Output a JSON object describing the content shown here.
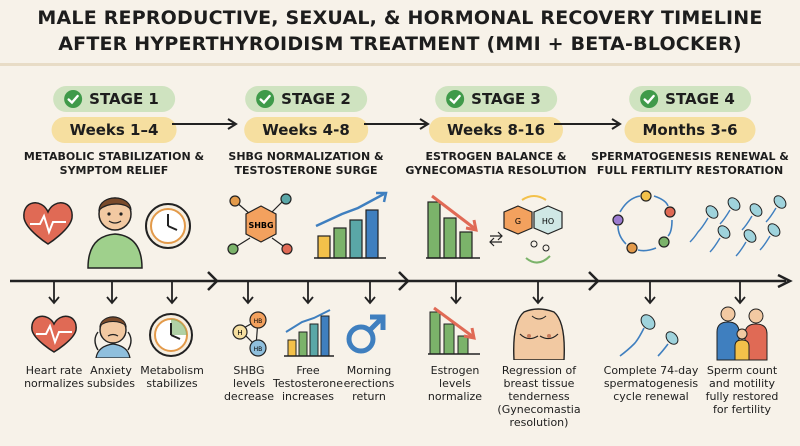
{
  "title": {
    "line1": "MALE REPRODUCTIVE, SEXUAL, & HORMONAL RECOVERY TIMELINE",
    "line2": "AFTER HYPERTHYROIDISM TREATMENT (MMI + BETA-BLOCKER)"
  },
  "stages": [
    {
      "label": "STAGE 1",
      "period": "Weeks 1–4",
      "desc": "Metabolic Stabilization & Symptom Relief"
    },
    {
      "label": "STAGE 2",
      "period": "Weeks 4-8",
      "desc": "SHBG Normalization & Testosterone Surge"
    },
    {
      "label": "STAGE 3",
      "period": "Weeks 8-16",
      "desc": "Estrogen Balance & Gynecomastia Resolution"
    },
    {
      "label": "STAGE 4",
      "period": "Months 3-6",
      "desc": "Spermatogenesis Renewal & Full Fertility Restoration"
    }
  ],
  "icon_labels": {
    "shbg": "SHBG",
    "g": "G",
    "ho": "HO",
    "hb": "HB",
    "h": "H"
  },
  "effects": [
    "Heart rate normalizes",
    "Anxiety subsides",
    "Metabolism stabilizes",
    "SHBG levels decrease",
    "Free Testosterone increases",
    "Morning erections return",
    "Estrogen levels normalize",
    "Regression of breast tissue tenderness (Gynecomastia resolution)",
    "Complete 74-day spermatogenesis cycle renewal",
    "Sperm count and motility fully restored for fertility"
  ],
  "colors": {
    "background": "#f7f2e9",
    "stage_pill": "#cfe3c0",
    "check": "#3f9a4a",
    "weeks_pill": "#f6dfa0",
    "heart": "#e06a55",
    "green": "#7bb36a",
    "teal": "#5aa7a7",
    "orange": "#e39a4a",
    "blue": "#3f7fbf"
  }
}
